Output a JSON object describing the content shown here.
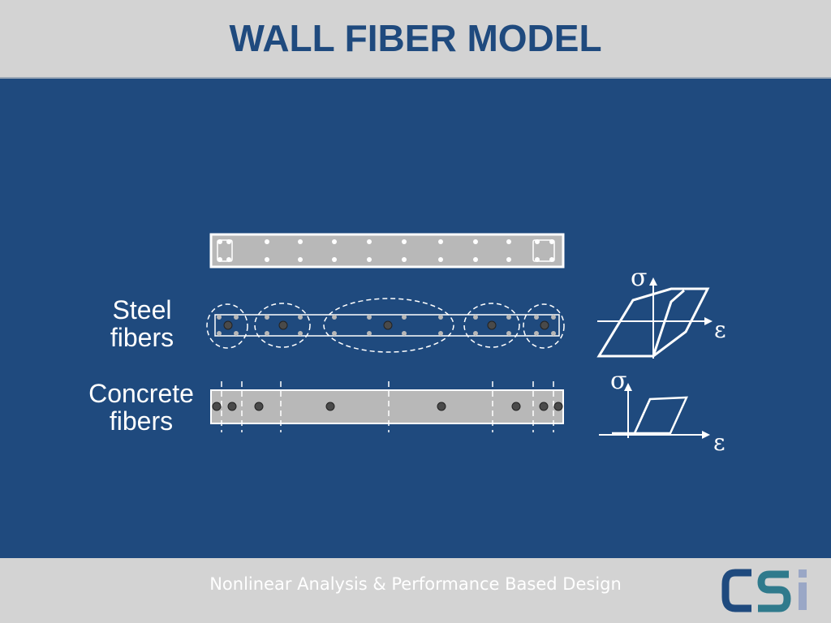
{
  "header": {
    "title": "WALL FIBER MODEL"
  },
  "diagram": {
    "steel_label_line1": "Steel",
    "steel_label_line2": "fibers",
    "concrete_label_line1": "Concrete",
    "concrete_label_line2": "fibers",
    "sigma": "σ",
    "epsilon": "ε"
  },
  "footer": {
    "text": "Nonlinear Analysis & Performance Based Design",
    "logo_text": "CSi"
  },
  "colors": {
    "brand_blue": "#1f4a7e",
    "bar_gray": "#d3d3d3",
    "section_gray": "#b8b8b8"
  }
}
